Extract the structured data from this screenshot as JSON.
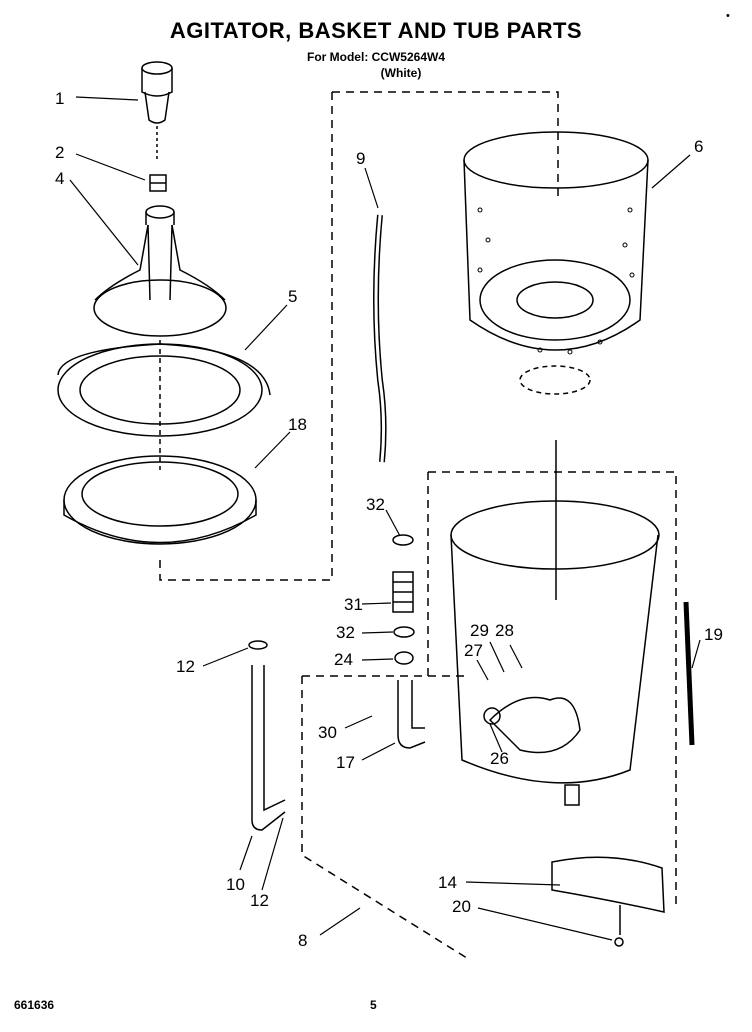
{
  "page": {
    "title": "AGITATOR, BASKET AND TUB PARTS",
    "model_line": "For Model: CCW5264W4",
    "color_line": "(White)",
    "doc_number": "661636",
    "page_number": "5",
    "corner_mark": "•"
  },
  "parts": {
    "p1": "1",
    "p2": "2",
    "p4": "4",
    "p5": "5",
    "p6": "6",
    "p8": "8",
    "p9": "9",
    "p10": "10",
    "p12a": "12",
    "p12b": "12",
    "p14": "14",
    "p17": "17",
    "p18": "18",
    "p19": "19",
    "p20": "20",
    "p24": "24",
    "p26": "26",
    "p27": "27",
    "p28": "28",
    "p29": "29",
    "p30": "30",
    "p31": "31",
    "p32a": "32",
    "p32b": "32"
  }
}
